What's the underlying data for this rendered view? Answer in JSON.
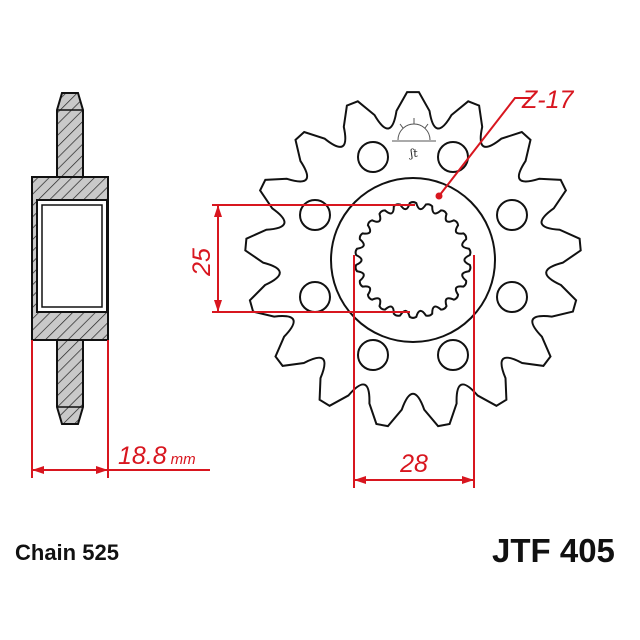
{
  "part_number": "JTF 405",
  "chain": "Chain 525",
  "teeth_label": "Z-17",
  "teeth_count": 17,
  "dimensions": {
    "width": "18.8",
    "width_unit": "mm",
    "spline_inner": "25",
    "spline_outer": "28"
  },
  "colors": {
    "dimension": "#d8161f",
    "outline": "#111111"
  },
  "logo_text": "jt"
}
